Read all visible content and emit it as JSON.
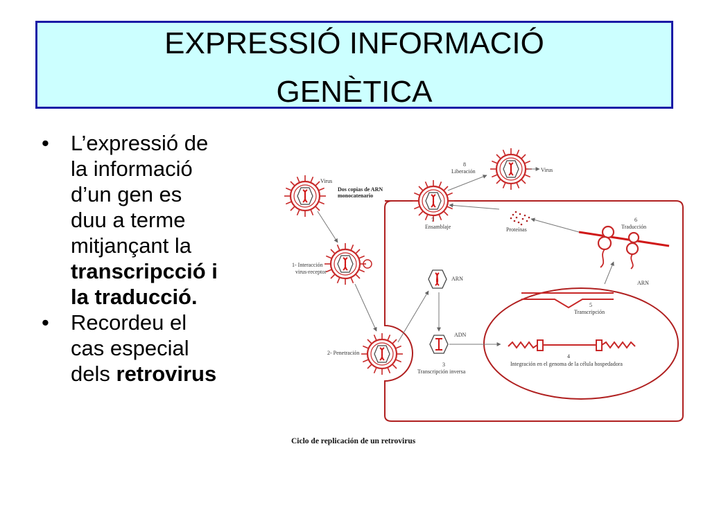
{
  "title": {
    "line1": "EXPRESSIÓ INFORMACIÓ",
    "line2": "GENÈTICA"
  },
  "bullets": [
    {
      "symbol": "•",
      "lines": [
        "L’expressió de",
        "la informació",
        "d’un gen es",
        "duu a terme",
        "mitjançant la"
      ],
      "bold_lines": [
        "transcripcció i",
        "la traducció."
      ]
    },
    {
      "symbol": "•",
      "lines": [
        "Recordeu el",
        "cas especial"
      ],
      "last_prefix": "dels",
      "last_bold": "retrovirus"
    }
  ],
  "diagram": {
    "caption": "Ciclo de replicación de un retrovirus",
    "labels": {
      "virus_top": "Virus",
      "rna_copies_1": "Dos copias de ARN",
      "rna_copies_2": "monocatenario",
      "step1_a": "1- Interacción",
      "step1_b": "virus-receptor",
      "step2": "2- Penetración",
      "step3_num": "3",
      "step3": "Transcripción inversa",
      "arn_small": "ARN",
      "adn_small": "ADN",
      "step4_num": "4",
      "step4": "Integración en el genoma de la célula hospedadora",
      "step5_num": "5",
      "step5": "Transcripción",
      "arn_nucleus": "ARN",
      "step6_num": "6",
      "step6": "Traducción",
      "proteins": "Proteínas",
      "step7_num": "7",
      "step7": "Ensamblaje",
      "step8_num": "8",
      "step8": "Liberación",
      "virus_released": "Virus"
    },
    "colors": {
      "cell": "#b02020",
      "arrow": "#777777",
      "virus": "#c82828"
    }
  }
}
